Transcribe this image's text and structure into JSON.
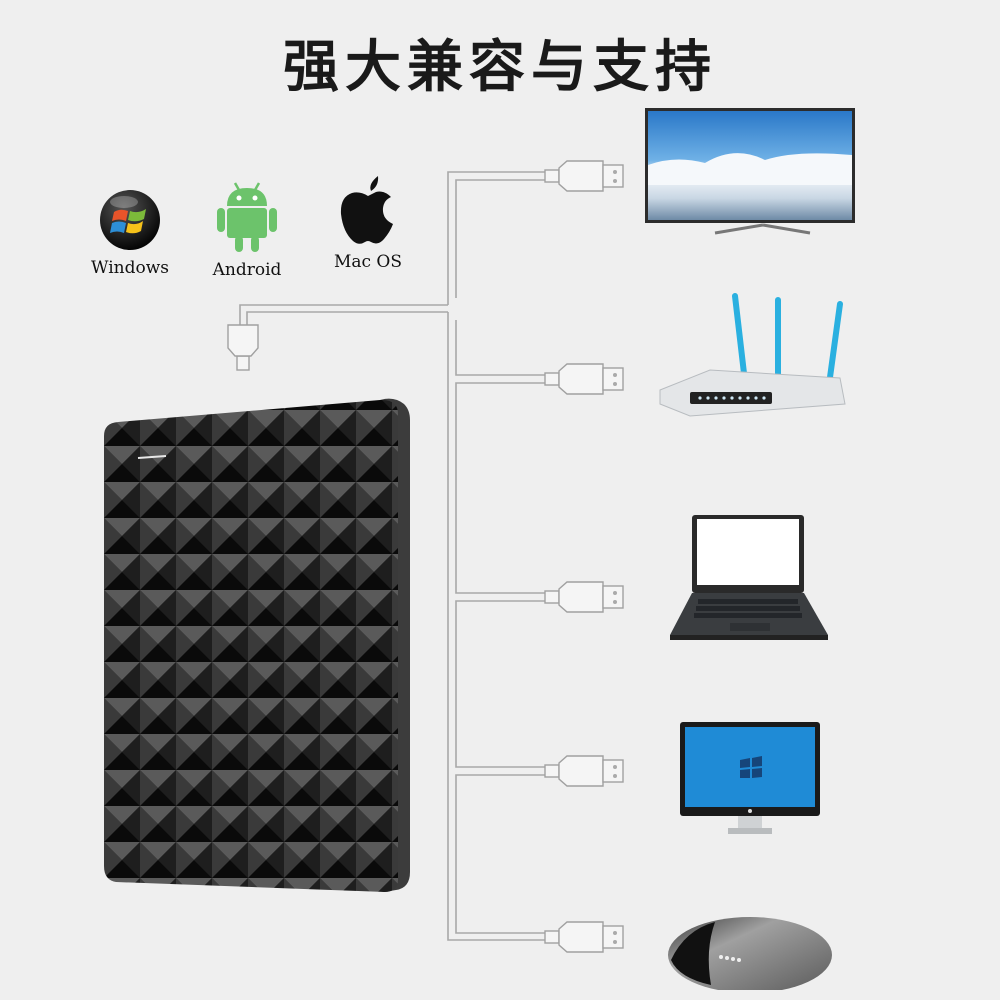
{
  "title": "强大兼容与支持",
  "os_support": [
    {
      "label": "Windows",
      "icon": "windows-logo-icon"
    },
    {
      "label": "Android",
      "icon": "android-robot-icon"
    },
    {
      "label": "Mac OS",
      "icon": "apple-logo-icon"
    }
  ],
  "product": {
    "name": "external-hard-drive",
    "color": "#1c1c1c"
  },
  "devices": [
    {
      "name": "smart-tv",
      "icon": "tv-icon"
    },
    {
      "name": "wifi-router",
      "icon": "router-icon"
    },
    {
      "name": "laptop",
      "icon": "laptop-icon"
    },
    {
      "name": "desktop-monitor",
      "icon": "monitor-icon"
    },
    {
      "name": "media-player",
      "icon": "media-player-icon"
    }
  ],
  "colors": {
    "background": "#efefef",
    "cable": "#a8a8a8",
    "android_green": "#6cc36b",
    "router_antenna": "#2ab0e0",
    "monitor_screen": "#1f8bd6"
  }
}
